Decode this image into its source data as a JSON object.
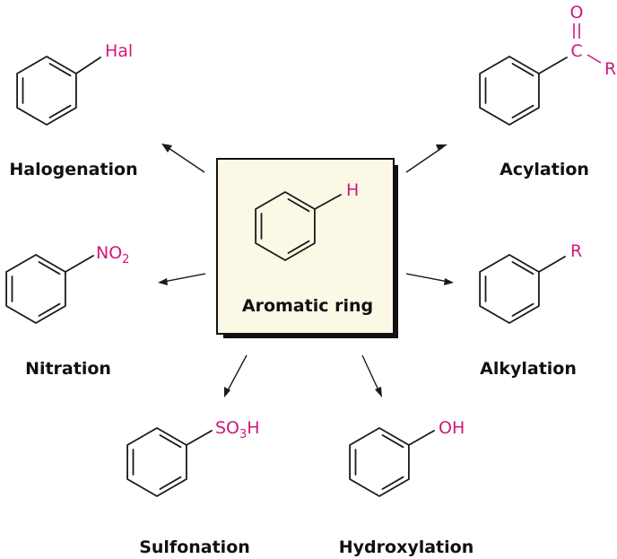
{
  "center": {
    "label": "Aromatic ring",
    "substituent": "H"
  },
  "reactions": [
    {
      "id": "halogenation",
      "label": "Halogenation",
      "substituent": "Hal"
    },
    {
      "id": "acylation",
      "label": "Acylation",
      "acyl_o": "O",
      "acyl_c": "C",
      "acyl_r": "R"
    },
    {
      "id": "nitration",
      "label": "Nitration",
      "sub_main": "NO",
      "sub_sub": "2"
    },
    {
      "id": "alkylation",
      "label": "Alkylation",
      "substituent": "R"
    },
    {
      "id": "sulfonation",
      "label": "Sulfonation",
      "sub_main": "SO",
      "sub_sub": "3",
      "sub_tail": "H"
    },
    {
      "id": "hydroxylation",
      "label": "Hydroxylation",
      "substituent": "OH"
    }
  ],
  "colors": {
    "substituent": "#d0187a",
    "center_fill": "#fbf8e6",
    "shadow": "#111111"
  }
}
